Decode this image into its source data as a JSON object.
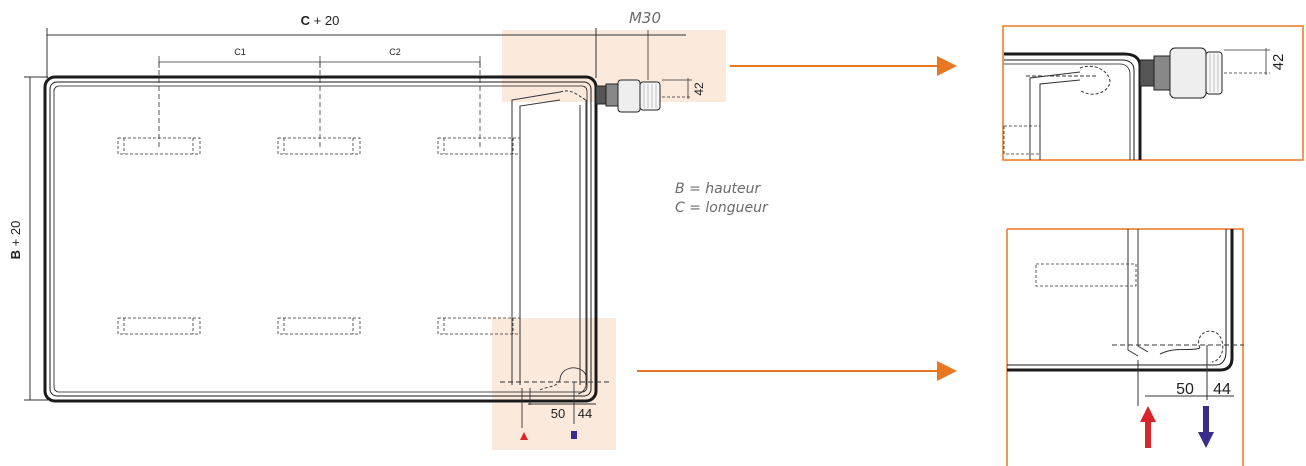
{
  "dimensions": {
    "width_label_bold": "C",
    "width_label_rest": " + 20",
    "height_label_bold": "B",
    "height_label_rest": " + 20",
    "c1": "C1",
    "c2": "C2",
    "thread": "M30",
    "valve_offset": "42",
    "bottom_spacing_a": "50",
    "bottom_spacing_b": "44"
  },
  "legend": {
    "line1": "B = hauteur",
    "line2": "C = longueur"
  },
  "colors": {
    "accent_orange": "#e87722",
    "highlight_fill": "#fbe9dc",
    "supply_red": "#d9262b",
    "return_blue": "#3a2c8c"
  }
}
